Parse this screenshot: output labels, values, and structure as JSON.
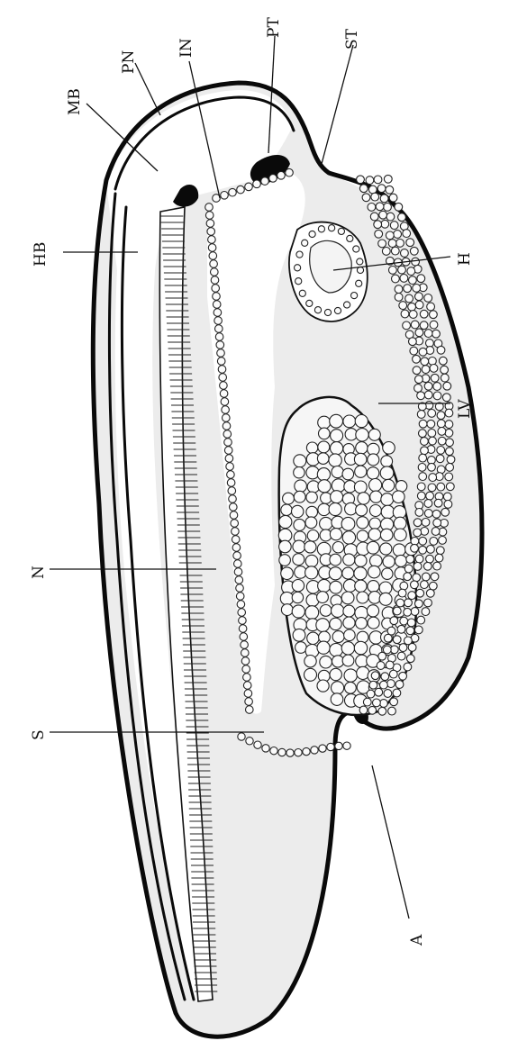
{
  "labels": {
    "pn": "PN",
    "mb": "MB",
    "in": "IN",
    "pt": "PT",
    "st": "ST",
    "hb": "HB",
    "h": "H",
    "lv": "LV",
    "n": "N",
    "s": "S",
    "a": "A"
  }
}
